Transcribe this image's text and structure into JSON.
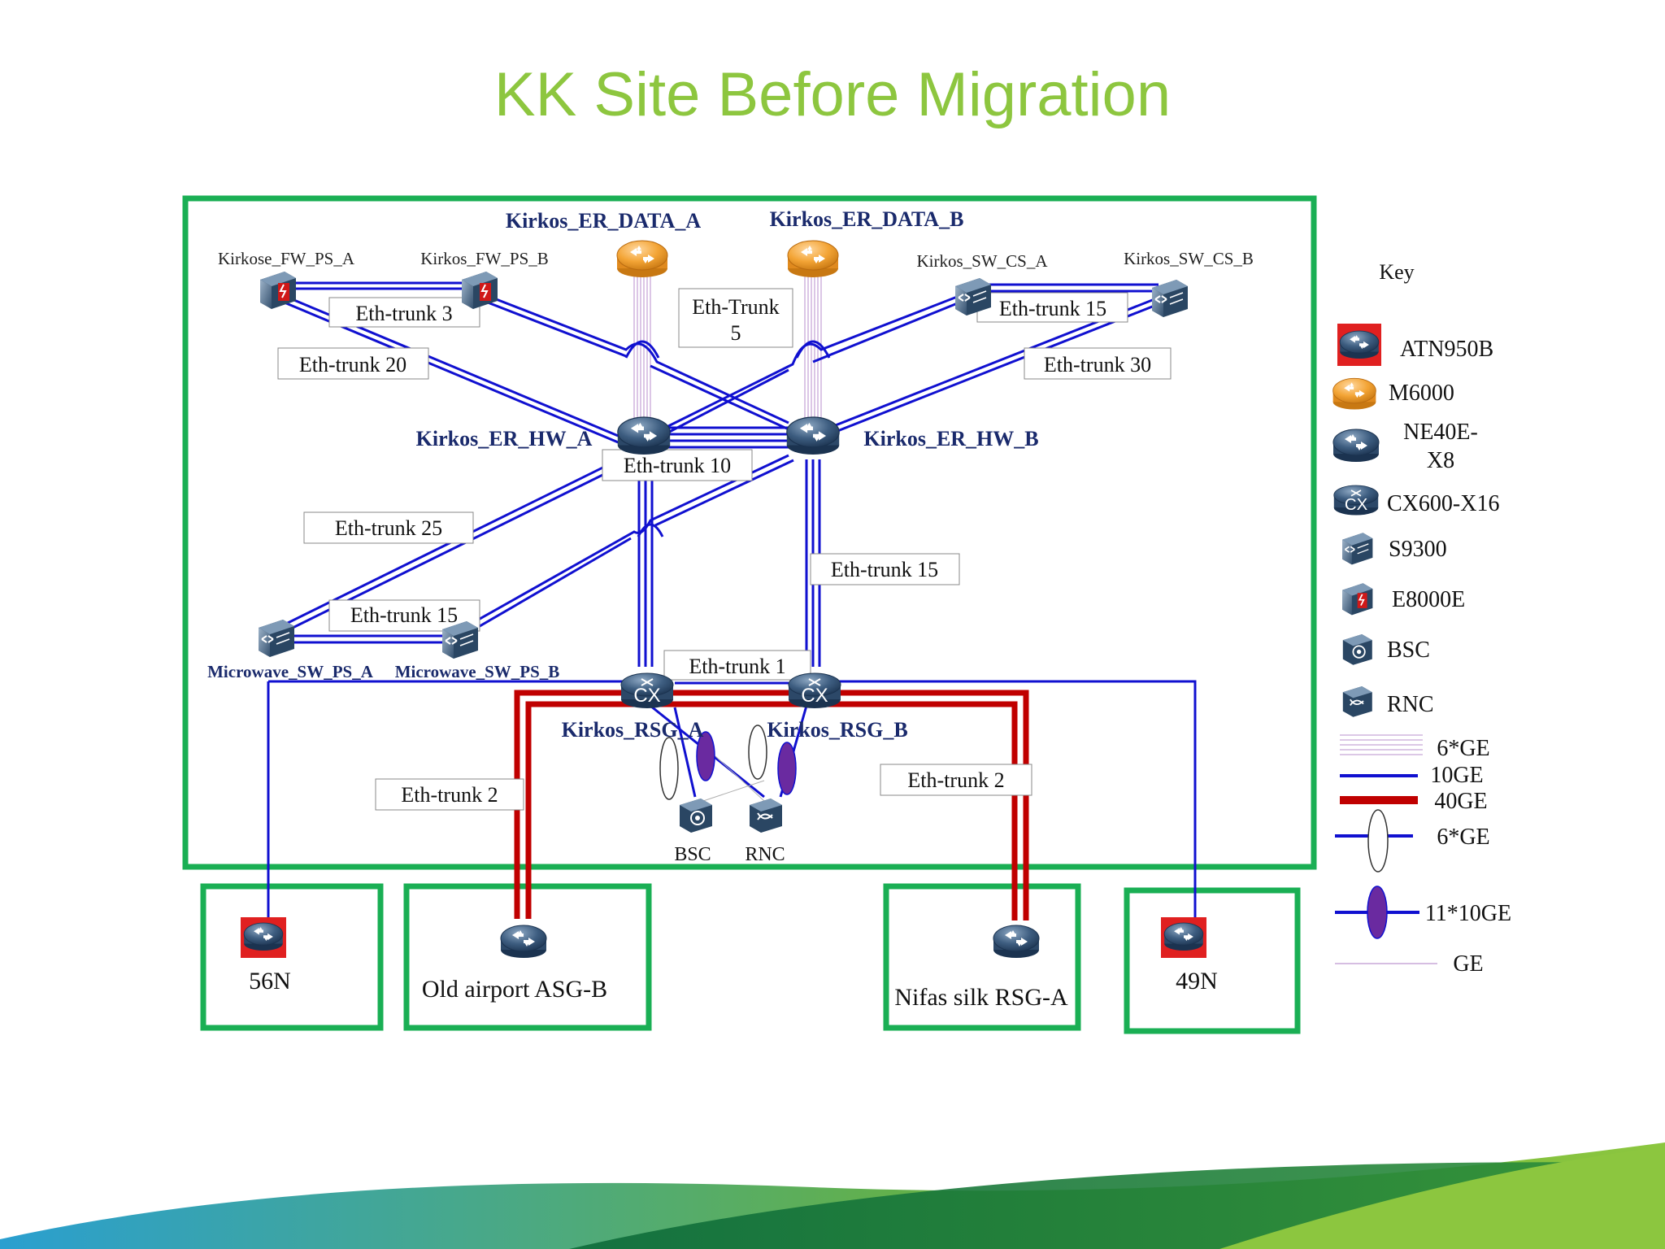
{
  "title": "KK Site Before Migration",
  "colors": {
    "title": "#8dc63f",
    "frame": "#1aaf54",
    "link10": "#1010d0",
    "link40": "#c00000",
    "ge": "#c8a8d8",
    "node_label": "#1a2a6c",
    "m6000": "#f0a030",
    "device": "#3a5878"
  },
  "nodes": {
    "er_data_a": "Kirkos_ER_DATA_A",
    "er_data_b": "Kirkos_ER_DATA_B",
    "fw_ps_a": "Kirkose_FW_PS_A",
    "fw_ps_b": "Kirkos_FW_PS_B",
    "sw_cs_a": "Kirkos_SW_CS_A",
    "sw_cs_b": "Kirkos_SW_CS_B",
    "er_hw_a": "Kirkos_ER_HW_A",
    "er_hw_b": "Kirkos_ER_HW_B",
    "mw_sw_a": "Microwave_SW_PS_A",
    "mw_sw_b": "Microwave_SW_PS_B",
    "rsg_a": "Kirkos_RSG_A",
    "rsg_b": "Kirkos_RSG_B",
    "bsc": "BSC",
    "rnc": "RNC",
    "n56": "56N",
    "asg_b": "Old airport ASG-B",
    "rsg_nifas": "Nifas silk RSG-A",
    "n49": "49N"
  },
  "trunks": {
    "t3": "Eth-trunk 3",
    "t5a": "Eth-Trunk",
    "t5b": "5",
    "t15_top": "Eth-trunk 15",
    "t20": "Eth-trunk 20",
    "t30": "Eth-trunk 30",
    "t10": "Eth-trunk 10",
    "t25": "Eth-trunk 25",
    "t15_right": "Eth-trunk 15",
    "t15_mw": "Eth-trunk 15",
    "t1": "Eth-trunk 1",
    "t2_left": "Eth-trunk 2",
    "t2_right": "Eth-trunk 2"
  },
  "key": {
    "title": "Key",
    "devices": [
      {
        "label": "ATN950B",
        "icon": "atn950b-icon"
      },
      {
        "label": "M6000",
        "icon": "m6000-icon"
      },
      {
        "label": "NE40E-",
        "label2": "X8",
        "icon": "ne40e-icon"
      },
      {
        "label": "CX600-X16",
        "icon": "cx600-icon"
      },
      {
        "label": "S9300",
        "icon": "s9300-icon"
      },
      {
        "label": "E8000E",
        "icon": "e8000e-icon"
      },
      {
        "label": "BSC",
        "icon": "bsc-icon"
      },
      {
        "label": "RNC",
        "icon": "rnc-icon"
      }
    ],
    "links": [
      {
        "label": "6*GE"
      },
      {
        "label": "10GE"
      },
      {
        "label": "40GE"
      },
      {
        "label": "6*GE"
      },
      {
        "label": "11*10GE"
      },
      {
        "label": "GE"
      }
    ]
  }
}
